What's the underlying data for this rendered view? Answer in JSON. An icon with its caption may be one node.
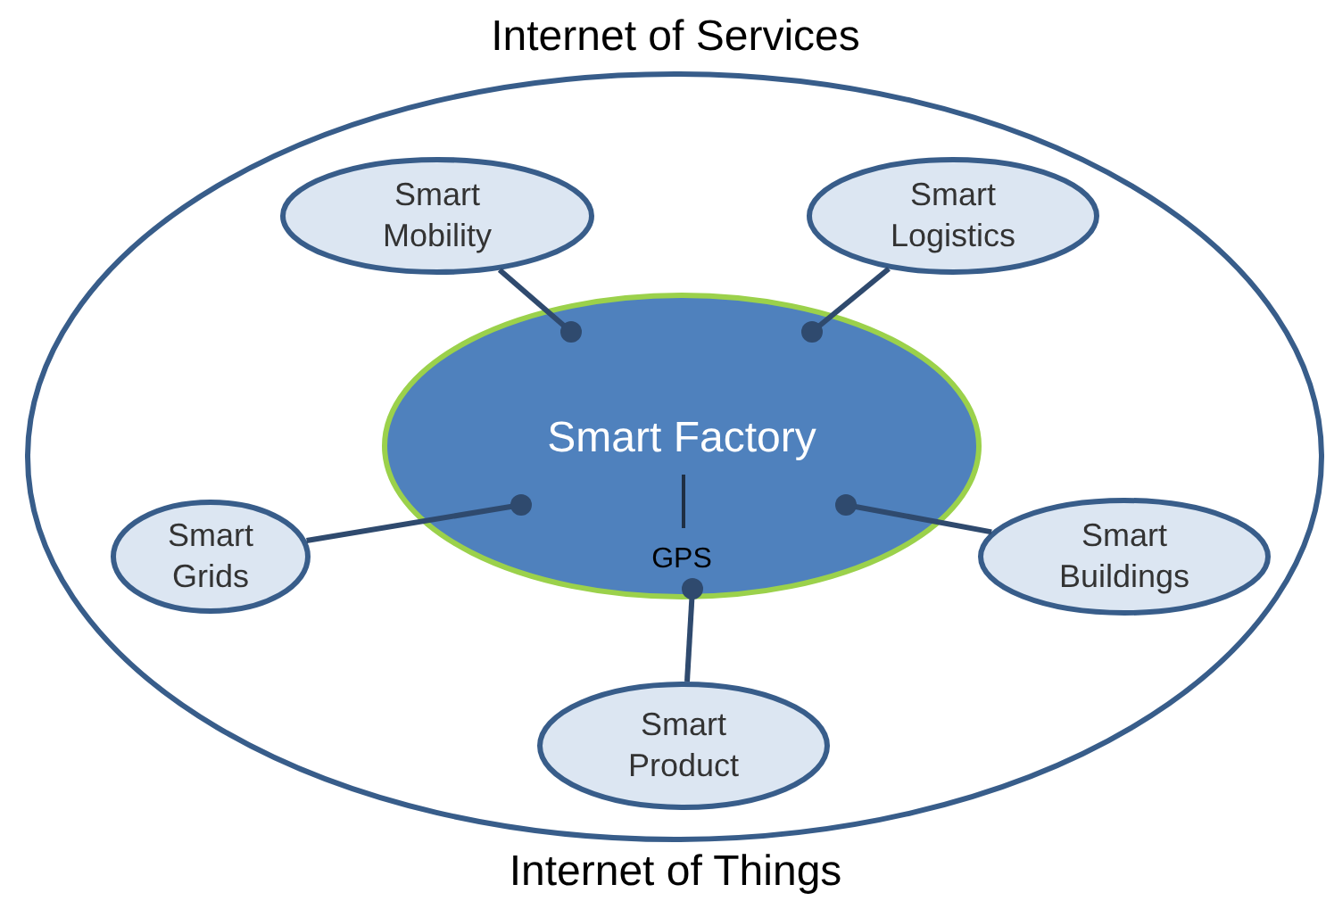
{
  "diagram": {
    "nodes": [
      {
        "text": [
          "Internet of Services",
          "Internet of Things"
        ]
      },
      {
        "text": [
          "Smart Factory",
          "GPS"
        ],
        "in": 0
      },
      {
        "text": [
          "Smart Mobility"
        ],
        "in": 0
      },
      {
        "text": [
          "Smart Logistics"
        ],
        "in": 0
      },
      {
        "text": [
          "Smart Grids"
        ],
        "in": 0
      },
      {
        "text": [
          "Smart Buildings"
        ],
        "in": 0
      },
      {
        "text": [
          "Smart Product"
        ],
        "in": 0
      }
    ],
    "edges": [
      {
        "from": 2,
        "to": 1,
        "arrow": "other"
      },
      {
        "from": 3,
        "to": 1,
        "arrow": "other"
      },
      {
        "from": 4,
        "to": 1,
        "arrow": "other"
      },
      {
        "from": 5,
        "to": 1,
        "arrow": "other"
      },
      {
        "from": 6,
        "to": 1,
        "arrow": "other"
      }
    ]
  }
}
